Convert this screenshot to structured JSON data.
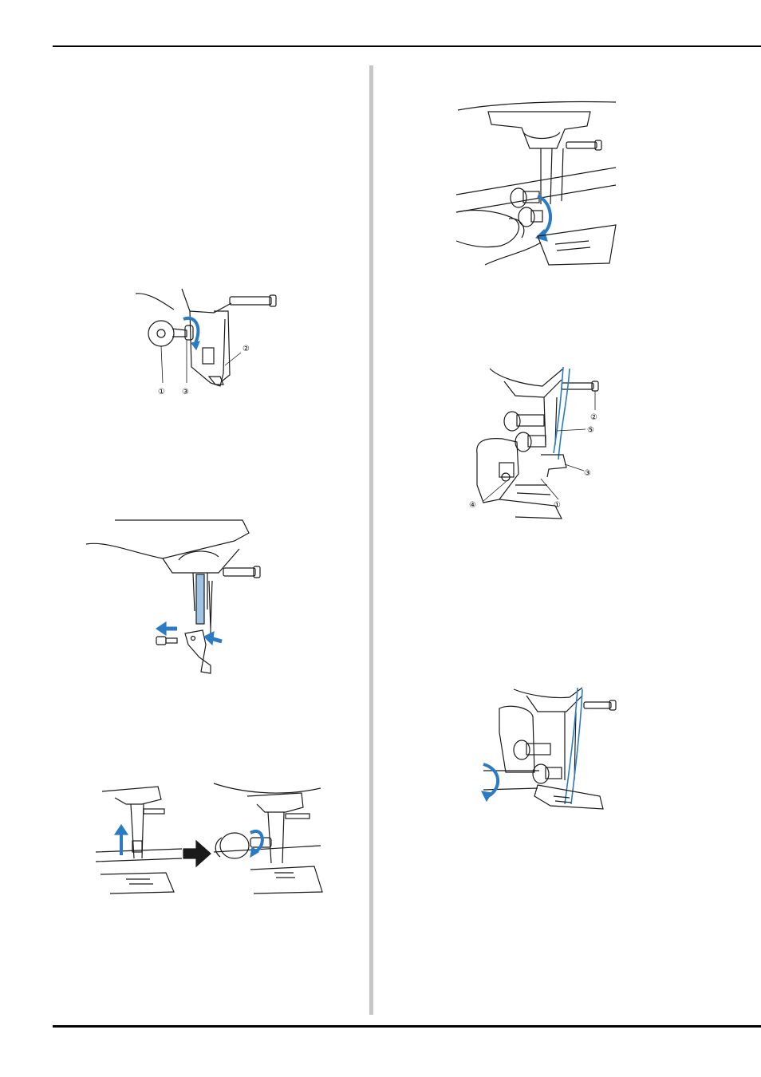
{
  "figures": {
    "presser_foot_screw": {
      "callouts": [
        "①",
        "②",
        "③"
      ],
      "icons": [
        "screwdriver-disc-icon",
        "presser-foot-holder-icon",
        "holder-screw-icon"
      ]
    },
    "remove_presser_foot_holder": {
      "icons": [
        "needle-bar-icon",
        "left-arrow-icon",
        "right-arrow-icon"
      ]
    },
    "attach_needle_clamp": {
      "icons": [
        "up-arrow-icon",
        "next-step-arrow-icon",
        "rotation-arrow-icon"
      ]
    },
    "tighten_screw_top_right": {
      "icons": [
        "thumb-screw-icon",
        "rotation-arrow-icon"
      ]
    },
    "side_cutter_parts": {
      "callouts": [
        "①",
        "②",
        "③",
        "④",
        "⑤"
      ]
    },
    "lower_needle_wheel": {
      "icons": [
        "handwheel-rotation-arrow-icon"
      ]
    }
  },
  "colors": {
    "accent_blue": "#2b7bc4",
    "line": "#1a1a1a",
    "shade": "#bfbfbf",
    "divider": "#c6c6c6"
  }
}
